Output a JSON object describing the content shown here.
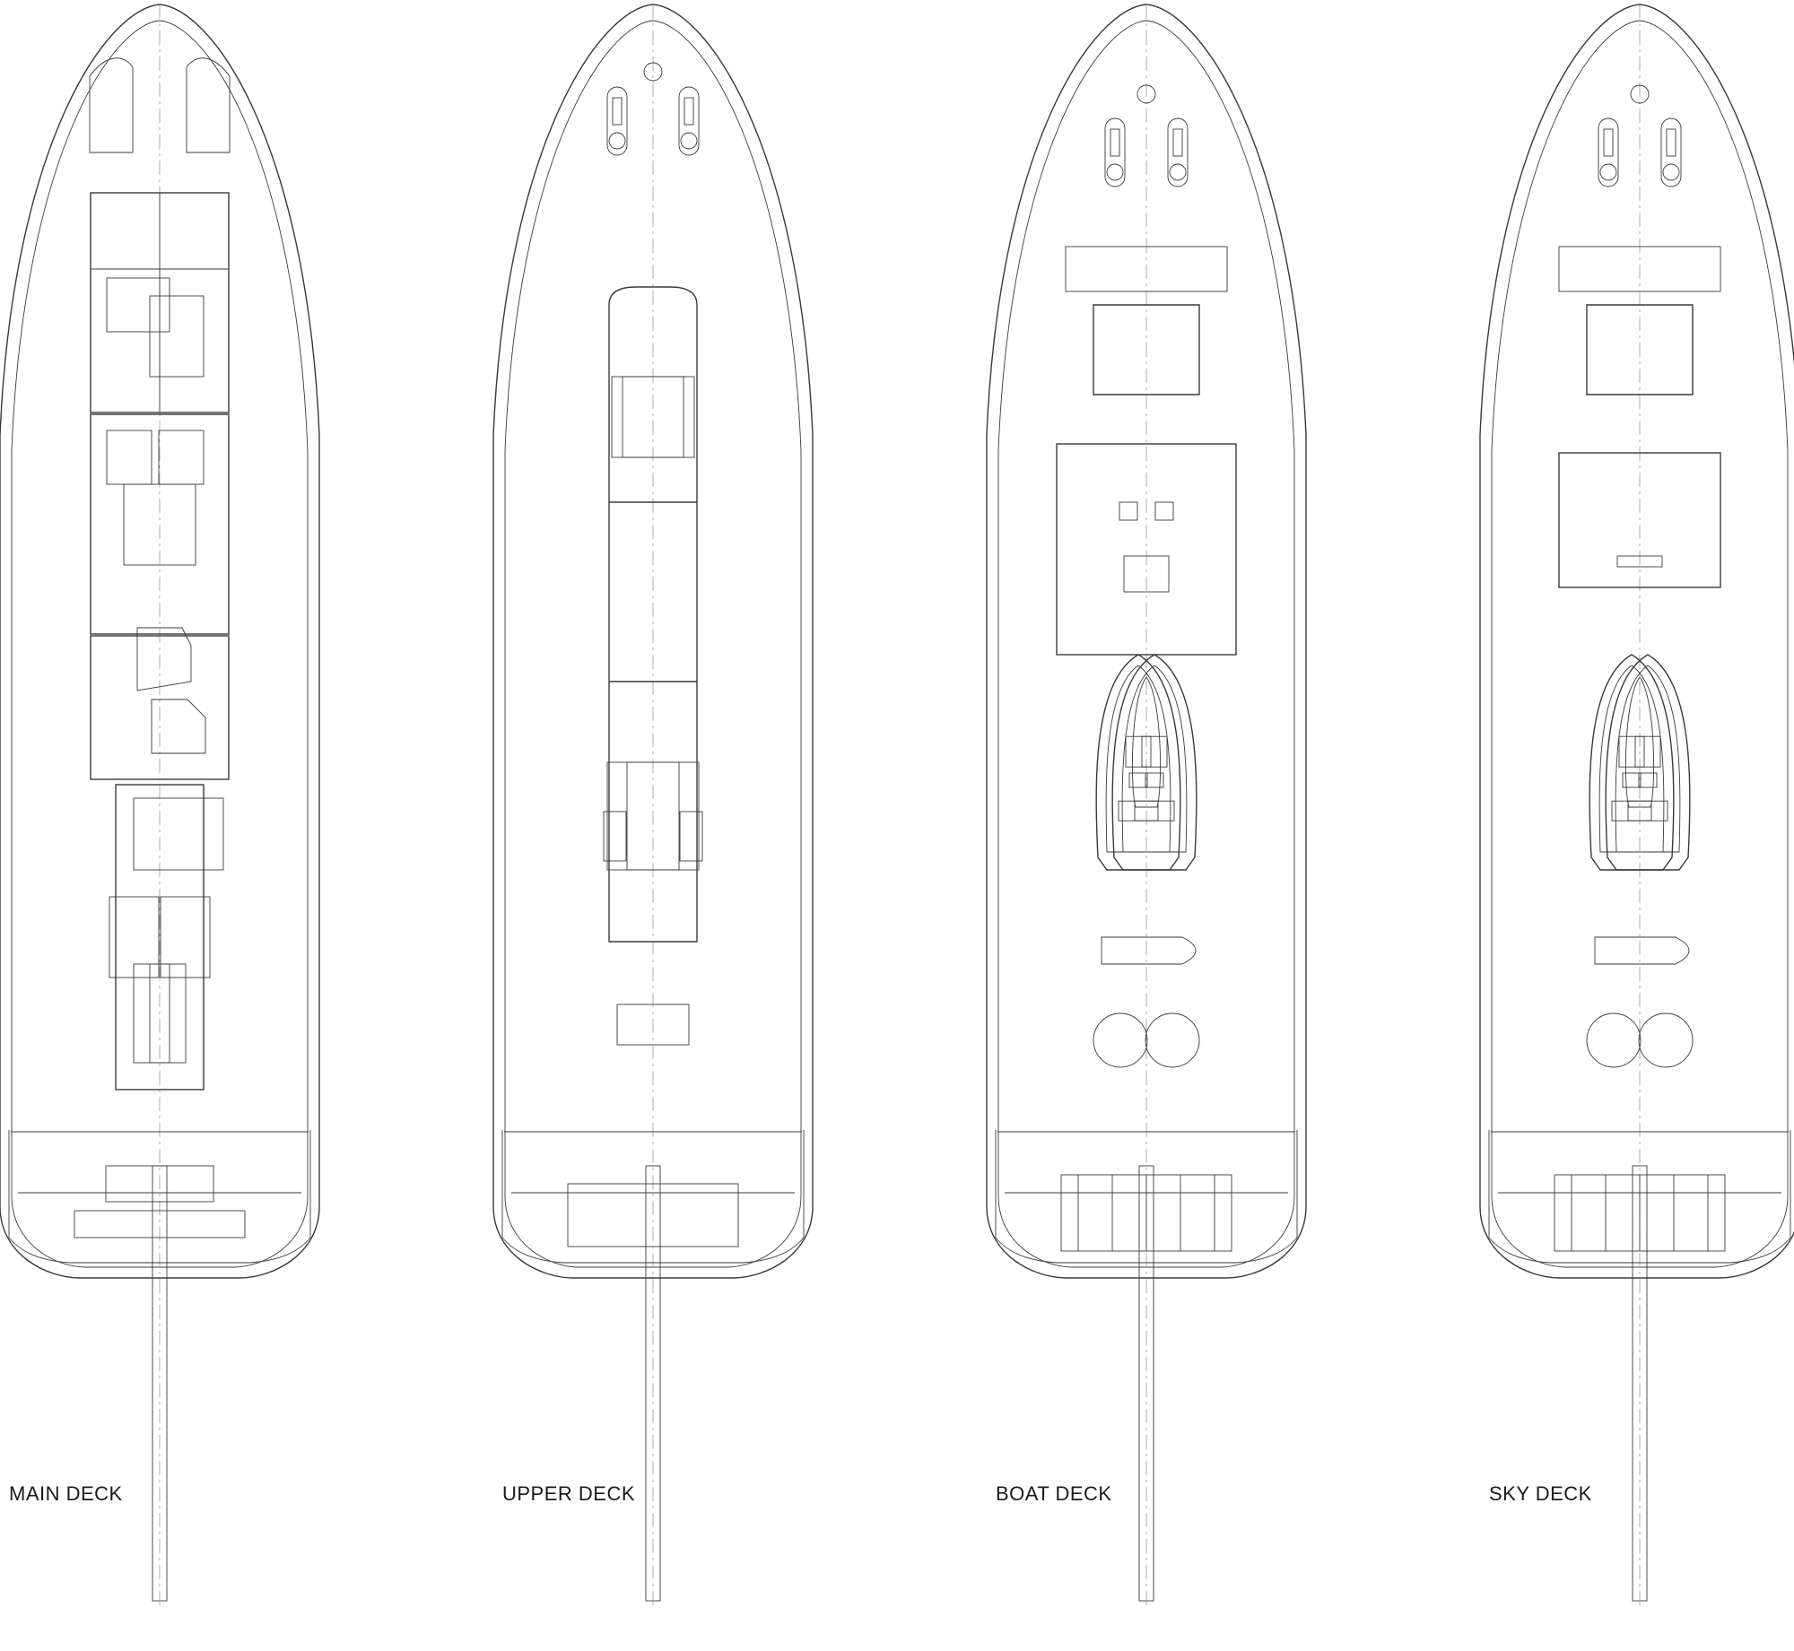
{
  "decks": [
    {
      "label": "MAIN DECK"
    },
    {
      "label": "UPPER DECK"
    },
    {
      "label": "BOAT DECK"
    },
    {
      "label": "SKY DECK"
    }
  ],
  "colors": {
    "line": "#3a3a3a",
    "light": "#9a9a9a",
    "background": "#ffffff"
  }
}
